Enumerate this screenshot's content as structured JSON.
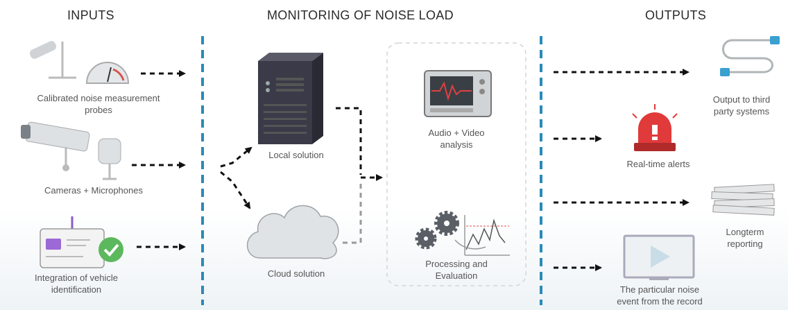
{
  "headings": {
    "inputs": "INPUTS",
    "monitoring": "MONITORING OF NOISE LOAD",
    "outputs": "OUTPUTS"
  },
  "inputs": [
    {
      "label": "Calibrated noise measurement\nprobes",
      "icon": "noise-probe-icon"
    },
    {
      "label": "Cameras + Microphones",
      "icon": "camera-microphone-icon"
    },
    {
      "label": "Integration of vehicle\nidentification",
      "icon": "vehicle-id-card-icon"
    }
  ],
  "solutions": [
    {
      "label": "Local solution",
      "icon": "server-icon"
    },
    {
      "label": "Cloud solution",
      "icon": "cloud-icon"
    }
  ],
  "processing": [
    {
      "label": "Audio + Video\nanalysis",
      "icon": "monitor-waveform-icon"
    },
    {
      "label": "Processing and\nEvaluation",
      "icon": "gears-chart-icon"
    }
  ],
  "outputs": [
    {
      "label": "Output to third\nparty systems",
      "icon": "cable-icon"
    },
    {
      "label": "Real-time alerts",
      "icon": "alarm-light-icon"
    },
    {
      "label": "Longterm\nreporting",
      "icon": "paper-stack-icon"
    },
    {
      "label": "The particular noise\nevent from the record",
      "icon": "video-player-icon"
    }
  ],
  "colors": {
    "divider": "#2a8ab8",
    "arrow": "#111111",
    "alert_red": "#e03a3a",
    "check_green": "#5cb85c",
    "server": "#3a3a48"
  }
}
